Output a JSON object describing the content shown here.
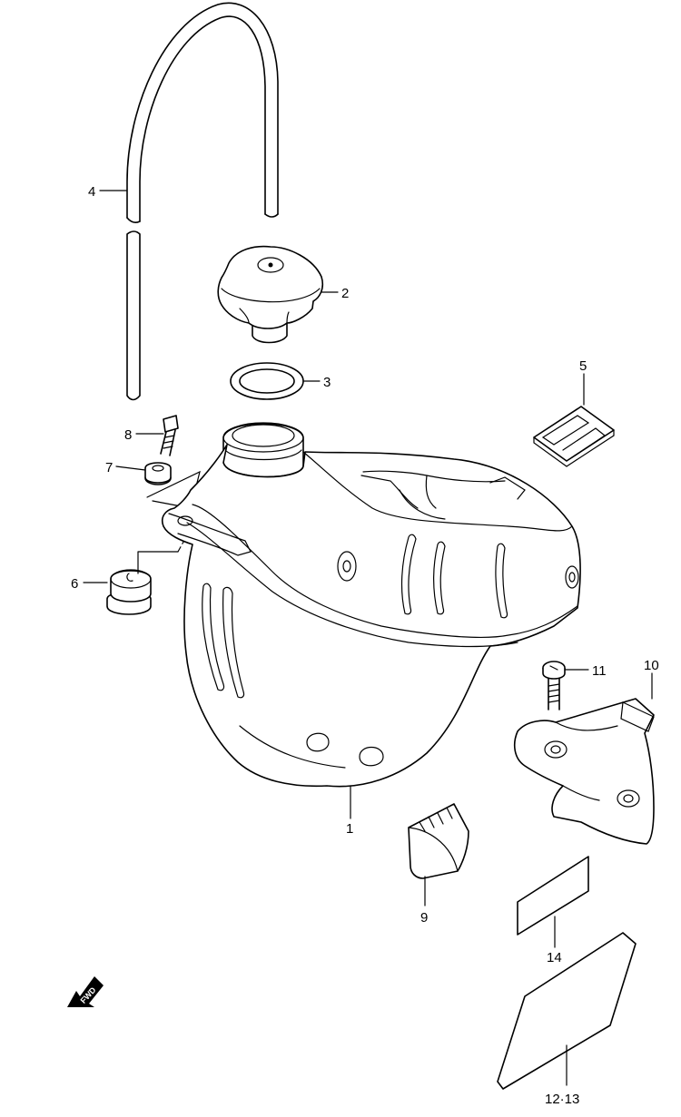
{
  "labels": {
    "l1": "1",
    "l2": "2",
    "l3": "3",
    "l4": "4",
    "l5": "5",
    "l6": "6",
    "l7": "7",
    "l8": "8",
    "l9": "9",
    "l10": "10",
    "l11": "11",
    "l14": "14",
    "l1213": "12·13"
  },
  "fwd_label": "FWD"
}
